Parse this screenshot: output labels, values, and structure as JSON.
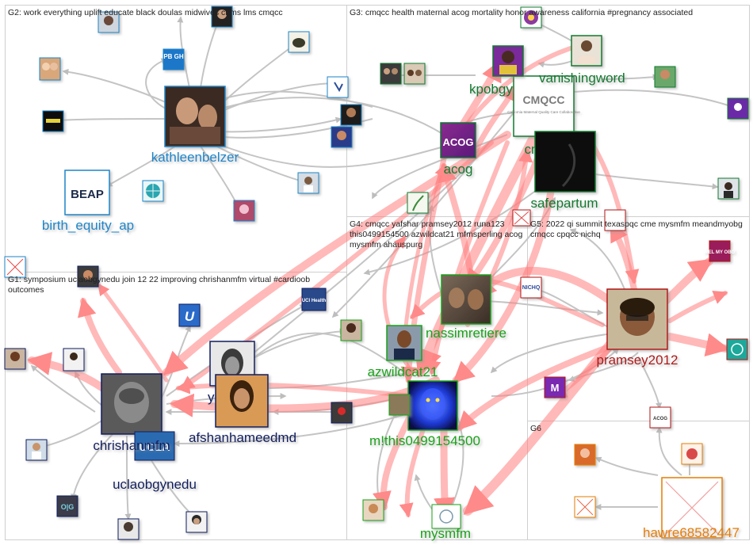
{
  "colors": {
    "g1": "#0b1a5e",
    "g2": "#1a86c9",
    "g3": "#0d7a2f",
    "g4": "#17a317",
    "g5": "#b01515",
    "g6": "#e67e00",
    "edge_gray": "#bdbdbd",
    "edge_red": "#ff7b7b"
  },
  "groups": {
    "g1": "G1: symposium uclaobgynedu join 12 22 improving chrishanmfm virtual #cardioob outcomes",
    "g2": "G2: work everything uplift educate black doulas midwives cnms lms cmqcc",
    "g3": "G3: cmqcc health maternal acog mortality honor awareness california #pregnancy associated",
    "g4": "G4: cmqcc yafshar pramsey2012 runa123 this0499154500 azwildcat21 mfmsperling acog mysmfm ahauspurg",
    "g5": "G5: 2022 qi summit texaspqc cme mysmfm meandmyobg cmqcc cpqcc nichq",
    "g6": "G6"
  },
  "labels": {
    "kathleenbelzer": "kathleenbelzer",
    "birth_equity_ap": "birth_equity_ap",
    "kpobgyn": "kpobgy",
    "vanishingword": "vanishingword",
    "cmqcc": "cmqcc",
    "acog": "acog",
    "safepartum": "safepartum",
    "nassimretiere": "nassimretiere",
    "azwildcat21": "azwildcat21",
    "this0499154500": "m!this0499154500",
    "mysmfm": "mysmfm",
    "chrishanmfm": "chrishanmfm",
    "afshanhameedmd": "afshanhameedmd",
    "yafshar": "y",
    "uclaobgynedu": "uclaobgynedu",
    "pramsey2012": "pramsey2012",
    "hawre68582447": "hawre68582447"
  },
  "badges": {
    "cmqcc_name": "CMQCC",
    "cmqcc_sub": "California Maternal Quality Care Collaborative",
    "acog": "ACOG",
    "ucla": "UCLA",
    "uci": "UCI Health",
    "u": "U",
    "beap": "BEAP",
    "pbgh": "PB GH",
    "nichq": "NICHQ",
    "obg": "O|G",
    "melmy": "MEL MY OBG",
    "acog_small": "ACOG"
  }
}
